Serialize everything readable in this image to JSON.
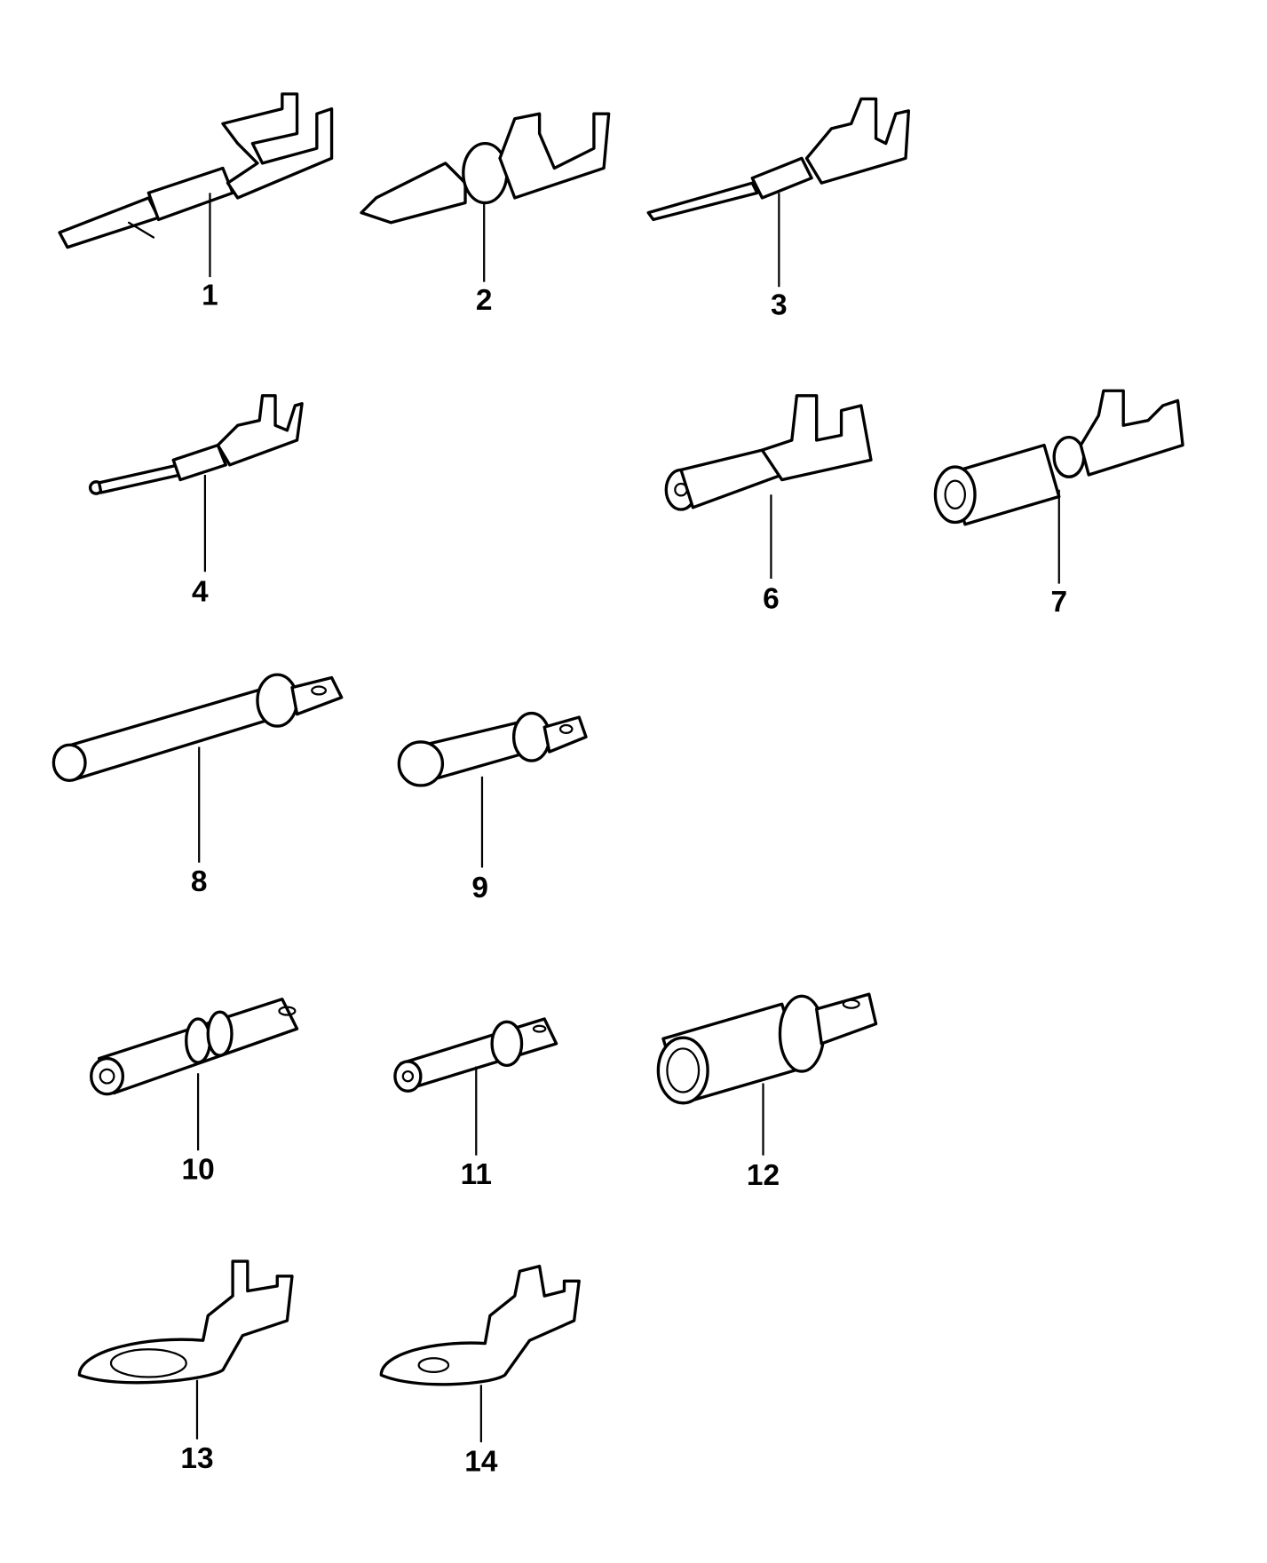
{
  "diagram": {
    "parts": [
      {
        "number": "1"
      },
      {
        "number": "2"
      },
      {
        "number": "3"
      },
      {
        "number": "4"
      },
      {
        "number": "6"
      },
      {
        "number": "7"
      },
      {
        "number": "8"
      },
      {
        "number": "9"
      },
      {
        "number": "10"
      },
      {
        "number": "11"
      },
      {
        "number": "12"
      },
      {
        "number": "13"
      },
      {
        "number": "14"
      }
    ]
  }
}
